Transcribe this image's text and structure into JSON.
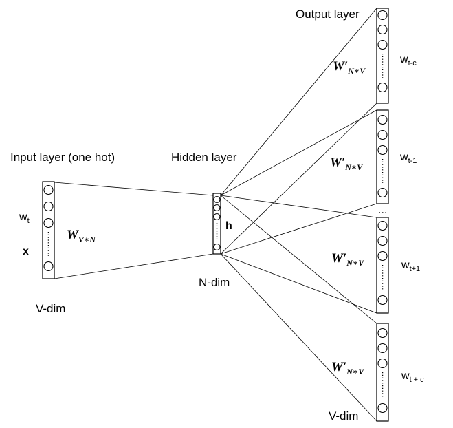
{
  "input_layer": {
    "title": "Input layer (one hot)",
    "word": "w",
    "word_sub": "t",
    "vector": "x",
    "weight": "W",
    "weight_sub": "V∗N",
    "dim": "V-dim"
  },
  "hidden_layer": {
    "title": "Hidden layer",
    "vector": "h",
    "dim": "N-dim"
  },
  "output_layer": {
    "title": "Output layer",
    "dim": "V-dim",
    "ellipsis": "...",
    "panels": [
      {
        "weight": "W′",
        "weight_sub": "N∗V",
        "word": "w",
        "word_sub": "t-c"
      },
      {
        "weight": "W′",
        "weight_sub": "N∗V",
        "word": "w",
        "word_sub": "t-1"
      },
      {
        "weight": "W′",
        "weight_sub": "N∗V",
        "word": "w",
        "word_sub": "t+1"
      },
      {
        "weight": "W′",
        "weight_sub": "N∗V",
        "word": "w",
        "word_sub": "t + c"
      }
    ]
  }
}
